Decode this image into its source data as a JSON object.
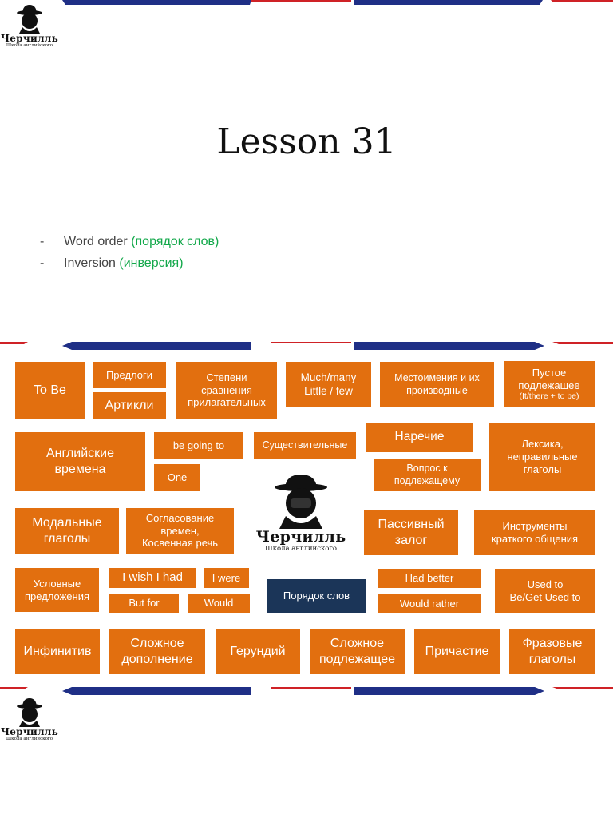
{
  "logo": {
    "brand": "Черчилль",
    "subtitle": "Школа английского"
  },
  "center_logo": {
    "brand": "Черчилль",
    "subtitle": "Школа английского"
  },
  "title": "Lesson 31",
  "bullets": [
    {
      "dash": "-",
      "text": "Word order",
      "highlight": "(порядок слов)"
    },
    {
      "dash": "-",
      "text": "Inversion",
      "highlight": "(инверсия)"
    }
  ],
  "colors": {
    "tile": "#e26f0f",
    "tile_active": "#1b3558",
    "highlight": "#12a84a",
    "flag_red": "#cf2226",
    "flag_blue": "#1f2f86"
  },
  "topics": [
    "To Be",
    "Предлоги",
    "Артикли",
    "Степени\nсравнения\nприлагательных",
    "Much/many\nLittle / few",
    "Местоимения и их\nпроизводные",
    "Пустое\nподлежащее",
    "(It/there + to be)",
    "Английские\nвремена",
    "be going to",
    "One",
    "Существительные",
    "Наречие",
    "Вопрос к\nподлежащему",
    "Лексика,\nнеправильные\nглаголы",
    "Модальные\nглаголы",
    "Согласование\nвремен,\nКосвенная речь",
    "Пассивный\nзалог",
    "Инструменты\nкраткого общения",
    "Условные\nпредложения",
    "I wish I had",
    "I were",
    "But for",
    "Would",
    "Порядок слов",
    "Had better",
    "Would rather",
    "Used to\nBe/Get Used to",
    "Инфинитив",
    "Сложное\nдополнение",
    "Герундий",
    "Сложное\nподлежащее",
    "Причастие",
    "Фразовые\nглаголы"
  ]
}
